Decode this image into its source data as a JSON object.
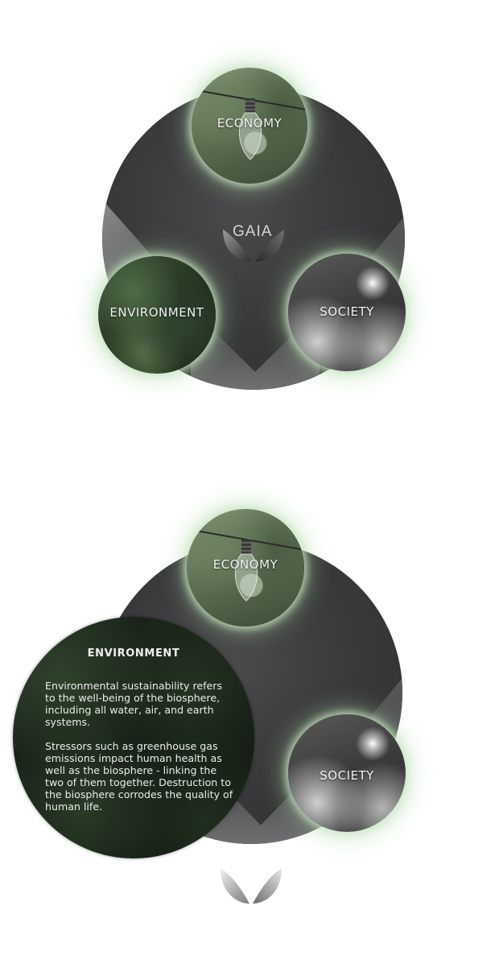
{
  "panel1": {
    "center_title": "GAIA",
    "bubbles": {
      "economy": "ECONOMY",
      "environment": "ENVIRONMENT",
      "society": "SOCIETY"
    }
  },
  "panel2": {
    "bubbles": {
      "economy": "ECONOMY",
      "society": "SOCIETY"
    },
    "environment_detail": {
      "heading": "ENVIRONMENT",
      "paragraph1": "Environmental sustainability refers to the well-being of the biosphere, including all water, air, and earth systems.",
      "paragraph2": "Stressors such as greenhouse gas emissions impact human health as well as the biosphere - linking the two of them together. Destruction to the biosphere corrodes the quality of human life."
    }
  },
  "colors": {
    "disc": "#3a3a3c",
    "glow": "#c8e8c4",
    "text": "#f2f2f2"
  }
}
